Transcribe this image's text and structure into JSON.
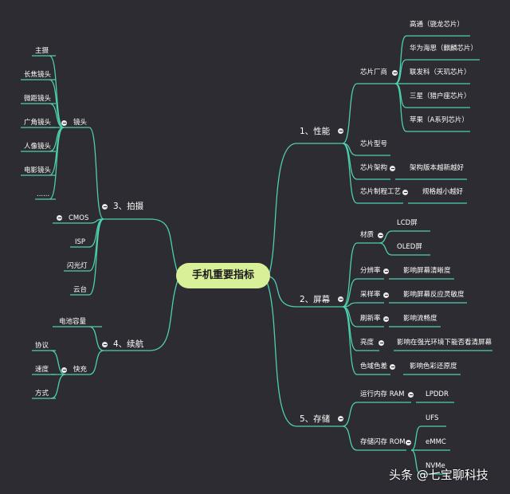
{
  "center": "手机重要指标",
  "watermark": "头条 @七宝聊科技",
  "colors": {
    "background": "#2d2c32",
    "line": "#4ecfb0",
    "center_fill": "#d8f199"
  },
  "branches": {
    "performance": {
      "label": "1、性能",
      "chip_makers": {
        "label": "芯片厂商",
        "items": [
          "高通（骁龙芯片）",
          "华为海思（麒麟芯片）",
          "联发科（天玑芯片）",
          "三星（猎户座芯片）",
          "苹果（A系列芯片）"
        ]
      },
      "chip_model": "芯片型号",
      "chip_arch": {
        "label": "芯片架构",
        "detail": "架构版本越新越好"
      },
      "chip_process": {
        "label": "芯片制程工艺",
        "detail": "规格越小越好"
      }
    },
    "screen": {
      "label": "2、屏幕",
      "material": {
        "label": "材质",
        "items": [
          "LCD屏",
          "OLED屏"
        ]
      },
      "resolution": {
        "label": "分辨率",
        "detail": "影响屏幕清晰度"
      },
      "sampling": {
        "label": "采样率",
        "detail": "影响屏幕反应灵敏度"
      },
      "refresh": {
        "label": "刷新率",
        "detail": "影响流畅度"
      },
      "brightness": {
        "label": "亮度",
        "detail": "影响在强光环境下能否看清屏幕"
      },
      "gamut": {
        "label": "色域色差",
        "detail": "影响色彩还原度"
      }
    },
    "storage": {
      "label": "5、存储",
      "ram": {
        "label": "运行内存 RAM",
        "detail": "LPDDR"
      },
      "rom": {
        "label": "存储闪存 ROM",
        "items": [
          "UFS",
          "eMMC",
          "NVMe"
        ]
      }
    },
    "camera": {
      "label": "3、拍摄",
      "lens": {
        "label": "镜头",
        "items": [
          "主摄",
          "长焦镜头",
          "微距镜头",
          "广角镜头",
          "人像镜头",
          "电影镜头",
          "......"
        ]
      },
      "cmos": "CMOS",
      "isp": "ISP",
      "flash": "闪光灯",
      "gimbal": "云台"
    },
    "battery": {
      "label": "4、续航",
      "capacity": "电池容量",
      "fast_charge": {
        "label": "快充",
        "items": [
          "协议",
          "速度",
          "方式"
        ]
      }
    }
  }
}
